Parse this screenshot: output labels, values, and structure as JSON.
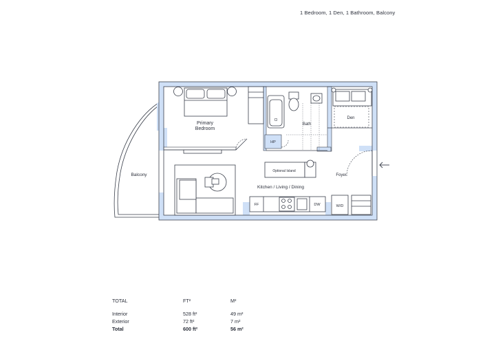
{
  "unit": {
    "summary": "1 Bedroom, 1 Den, 1 Bathroom, Balcony"
  },
  "rooms": {
    "primary_bedroom_line1": "Primary",
    "primary_bedroom_line2": "Bedroom",
    "bath": "Bath",
    "den": "Den",
    "hp": "HP",
    "balcony": "Balcony",
    "optional_island": "Optional Island",
    "kitchen_living_dining": "Kitchen / Living / Dining",
    "foyer": "Foyer",
    "ff": "FF",
    "dw": "DW",
    "wd": "W/D",
    "closet": "Cl"
  },
  "colors": {
    "wall": "#cfe0f7",
    "line": "#3a3f4b",
    "background": "#ffffff"
  },
  "areas": {
    "header": {
      "label": "TOTAL",
      "ft": "FT²",
      "m": "M²"
    },
    "rows": [
      {
        "label": "Interior",
        "ft": "528 ft²",
        "m": "49 m²"
      },
      {
        "label": "Exterior",
        "ft": "72 ft²",
        "m": "7 m²"
      }
    ],
    "total": {
      "label": "Total",
      "ft": "600 ft²",
      "m": "56 m²"
    }
  }
}
